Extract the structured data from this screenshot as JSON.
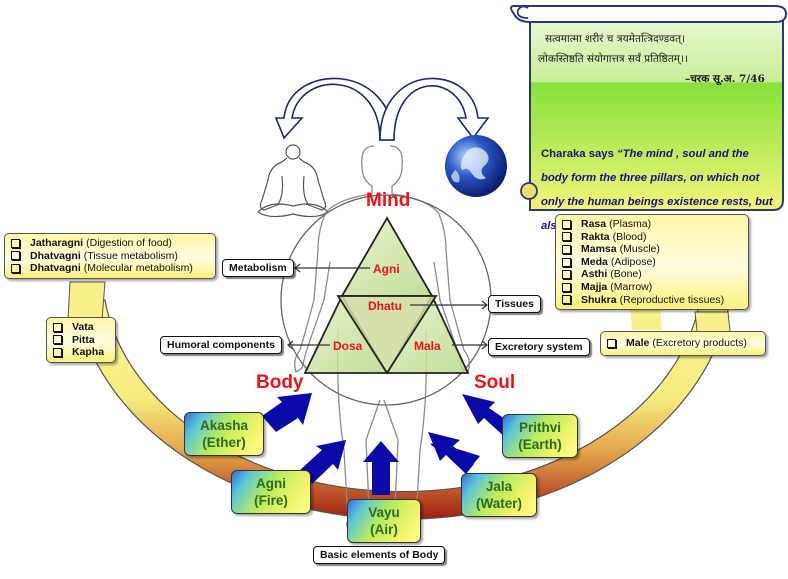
{
  "scroll": {
    "sanskrit_line1": "सत्वमात्मा शरीरं च त्रयमेतत्त्रिदण्डवत्।",
    "sanskrit_line2": "लोकस्तिष्ठति संयोगात्तत्र सर्वं प्रतिष्ठितम्।।",
    "citation": "–चरक सू.अ. 7/46",
    "quote_prefix": "Charaka says ",
    "quote_text": "“The mind , soul and the body form the three pillars, on which not only the human beings existence rests, but also that of the world”"
  },
  "icons": {
    "left_arrow": "curved-arrow-left-icon",
    "right_arrow": "curved-arrow-right-icon",
    "meditator": "meditating-person-icon",
    "human": "human-body-outline-icon",
    "globe": "earth-globe-icon"
  },
  "pillars": {
    "mind": "Mind",
    "body": "Body",
    "soul": "Soul"
  },
  "triangle": {
    "agni": "Agni",
    "dhatu": "Dhatu",
    "dosa": "Dosa",
    "mala": "Mala"
  },
  "connectors": {
    "metabolism": "Metabolism",
    "tissues": "Tissues",
    "humoral": "Humoral components",
    "excretory": "Excretory system",
    "basic_elements": "Basic elements of Body"
  },
  "metabolism_list": [
    {
      "term": "Jatharagni",
      "gloss": "(Digestion of food)"
    },
    {
      "term": "Dhatvagni",
      "gloss": "(Tissue metabolism)"
    },
    {
      "term": "Dhatvagni",
      "gloss": "(Molecular metabolism)"
    }
  ],
  "dosha_list": [
    {
      "term": "Vata"
    },
    {
      "term": "Pitta"
    },
    {
      "term": "Kapha"
    }
  ],
  "tissue_list": [
    {
      "term": "Rasa",
      "gloss": "(Plasma)"
    },
    {
      "term": "Rakta",
      "gloss": "(Blood)"
    },
    {
      "term": "Mamsa",
      "gloss": "(Muscle)"
    },
    {
      "term": "Meda",
      "gloss": "(Adipose)"
    },
    {
      "term": "Asthi",
      "gloss": "(Bone)"
    },
    {
      "term": "Majja",
      "gloss": "(Marrow)"
    },
    {
      "term": "Shukra",
      "gloss": "(Reproductive tissues)"
    }
  ],
  "mala_list": [
    {
      "term": "Male",
      "gloss": "(Excretory products)"
    }
  ],
  "elements": [
    {
      "name": "Akasha",
      "meaning": "(Ether)"
    },
    {
      "name": "Agni",
      "meaning": "(Fire)"
    },
    {
      "name": "Vayu",
      "meaning": "(Air)"
    },
    {
      "name": "Jala",
      "meaning": "(Water)"
    },
    {
      "name": "Prithvi",
      "meaning": "(Earth)"
    }
  ],
  "colors": {
    "label_red": "#e8131b",
    "arrow_blue": "#0a0aa8",
    "quote_navy": "#13137a",
    "element_text_green": "#2d6a1f",
    "triangle_fill": "#cfe3a6"
  }
}
